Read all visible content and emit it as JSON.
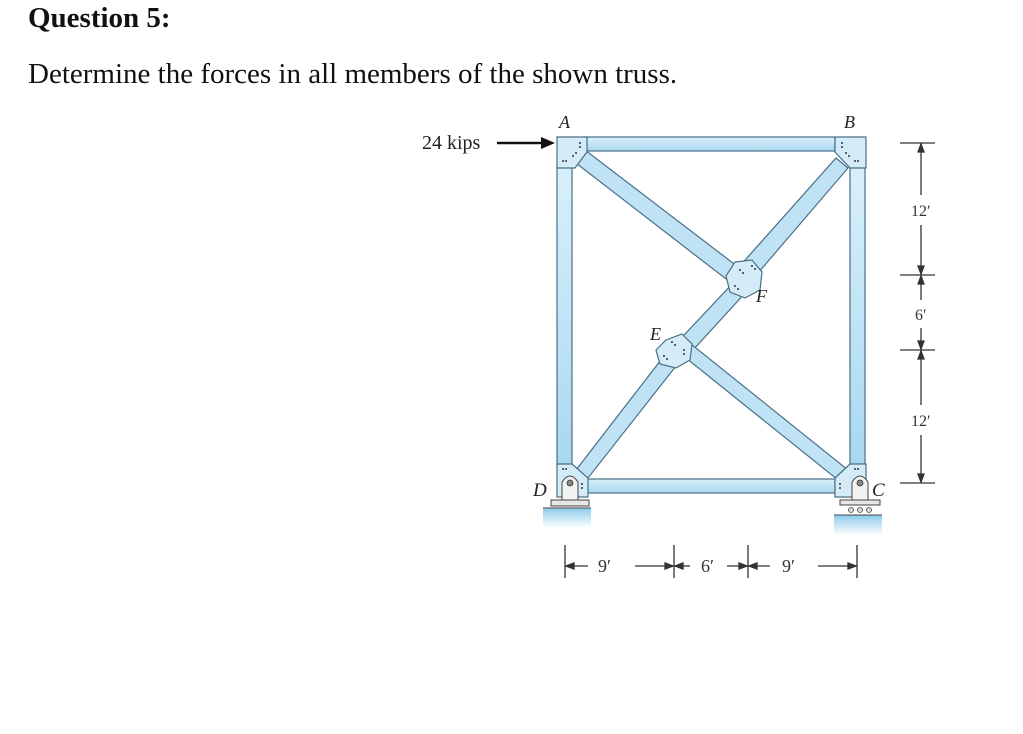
{
  "question": {
    "title": "Question 5:",
    "prompt": "Determine the forces in all members of the shown truss."
  },
  "figure": {
    "load": {
      "label": "24 kips",
      "node": "A",
      "direction": "right"
    },
    "nodes": {
      "A": "A",
      "B": "B",
      "C": "C",
      "D": "D",
      "E": "E",
      "F": "F"
    },
    "vertical_dimensions": [
      "12′",
      "6′",
      "12′"
    ],
    "horizontal_dimensions": [
      "9′",
      "6′",
      "9′"
    ],
    "colors": {
      "member_fill": "#bfe3f5",
      "member_stroke": "#4a6f86",
      "gusset_fill": "#d4ecf8",
      "ground_fill": "#9fd3ee"
    }
  }
}
